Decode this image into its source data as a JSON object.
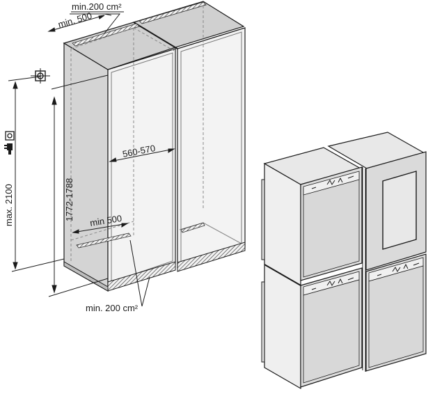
{
  "diagram": {
    "title": "Side-by-side built-in niche installation dimensions",
    "colors": {
      "line": "#1a1a1a",
      "cabinet_fill": "#d6d6d6",
      "cabinet_light": "#ececec",
      "niche_back": "#f2f2f2",
      "door_fill": "#dcdcdc",
      "window_fill": "#e6e6e6",
      "hatch": "#555555"
    },
    "dimensions": {
      "top_vent_area": "min.200 cm²",
      "top_depth": "min. 500",
      "niche_width": "560-570",
      "bottom_depth": "min 500",
      "bottom_vent_area": "min. 200 cm²",
      "niche_height": "1772-1788",
      "socket_max_height": "max. 2100"
    },
    "icons": {
      "ceiling_socket": "ceiling-socket-icon",
      "wall_socket": "wall-socket-icon",
      "power_plug": "power-plug-icon"
    },
    "appliances": [
      {
        "position": "top-left",
        "type": "refrigerator",
        "door": "solid"
      },
      {
        "position": "top-right",
        "type": "wine-cooler",
        "door": "glass"
      },
      {
        "position": "bottom-left",
        "type": "refrigerator",
        "door": "solid"
      },
      {
        "position": "bottom-right",
        "type": "refrigerator",
        "door": "solid"
      }
    ]
  }
}
